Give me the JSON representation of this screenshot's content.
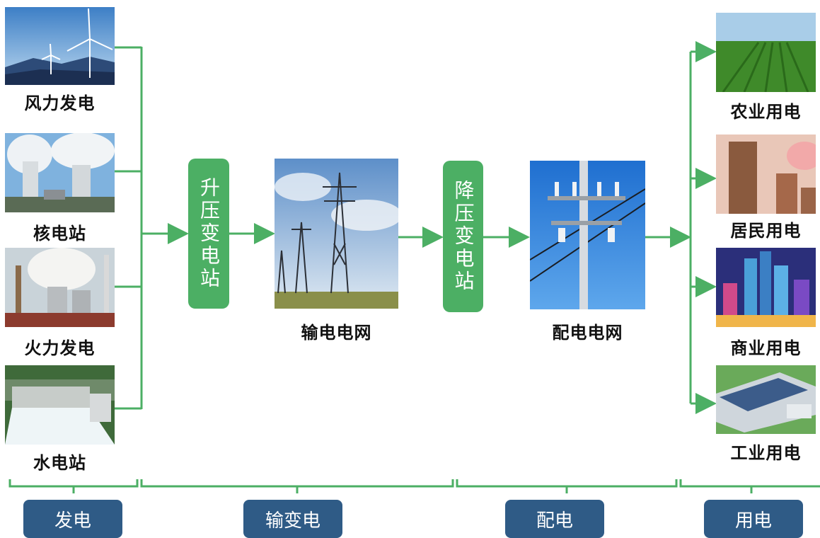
{
  "sources": [
    "风力发电",
    "核电站",
    "火力发电",
    "水电站"
  ],
  "step_up_station": "升压变电站",
  "transmission_grid": "输电电网",
  "step_down_station": "降压变电站",
  "distribution_grid": "配电电网",
  "consumers": [
    "农业用电",
    "居民用电",
    "商业用电",
    "工业用电"
  ],
  "stages": [
    "发电",
    "输变电",
    "配电",
    "用电"
  ],
  "colors": {
    "flow_line": "#4caf64",
    "stage_box": "#2f5b86"
  }
}
